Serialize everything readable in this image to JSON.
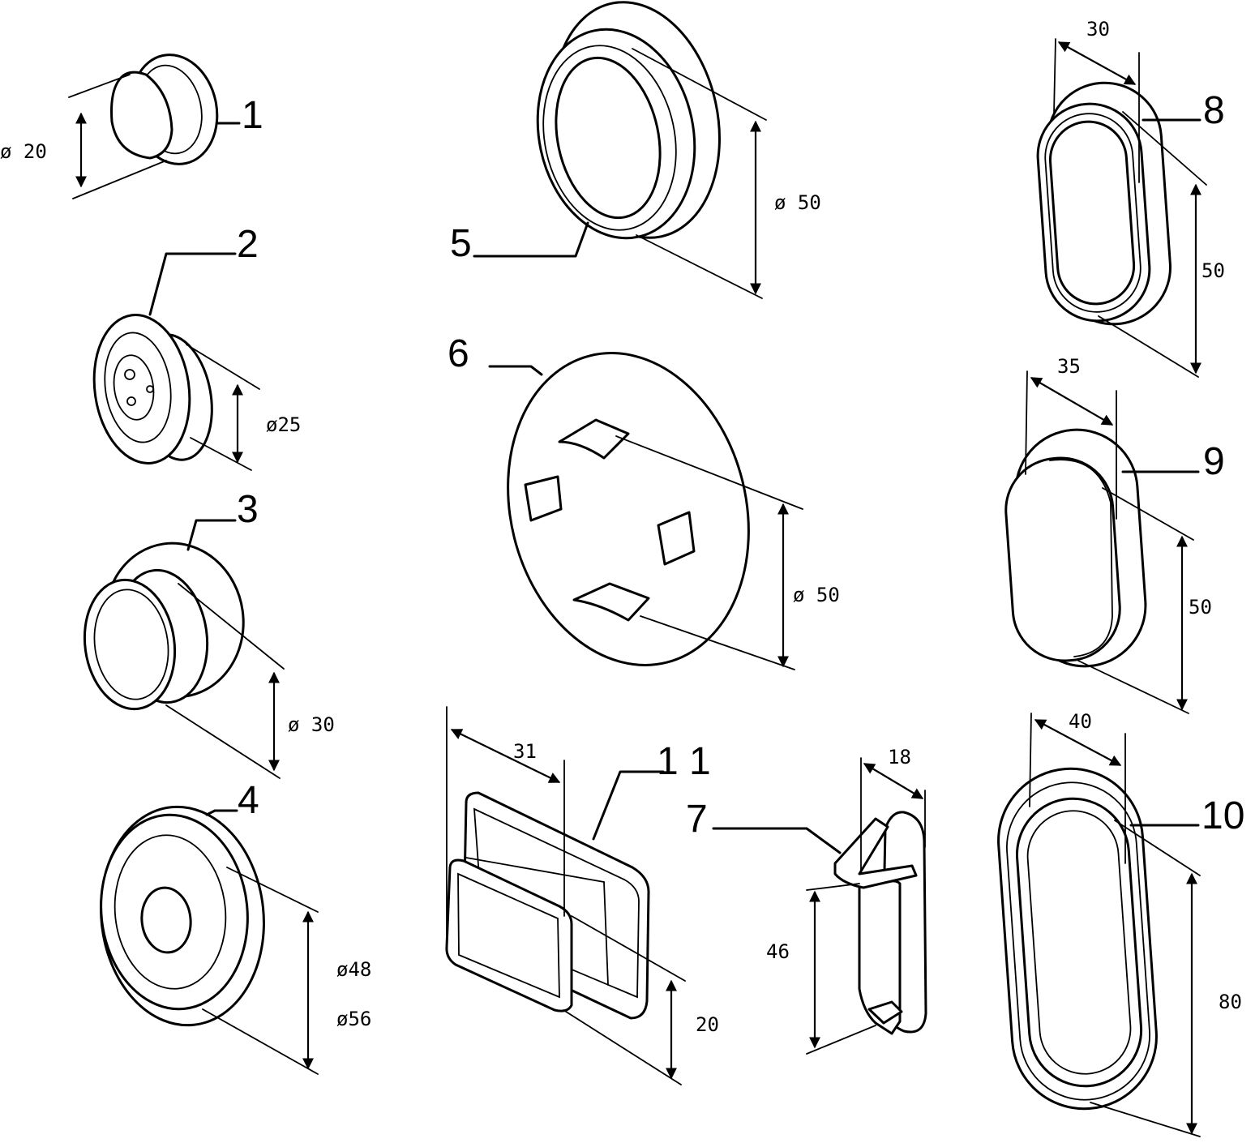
{
  "parts": [
    {
      "id": "part-1",
      "label": "1",
      "dimensions": [
        "ø 20"
      ]
    },
    {
      "id": "part-2",
      "label": "2",
      "dimensions": [
        "ø25"
      ]
    },
    {
      "id": "part-3",
      "label": "3",
      "dimensions": [
        "ø 30"
      ]
    },
    {
      "id": "part-4",
      "label": "4",
      "dimensions": [
        "ø48",
        "ø56"
      ]
    },
    {
      "id": "part-5",
      "label": "5",
      "dimensions": [
        "ø 50"
      ]
    },
    {
      "id": "part-6",
      "label": "6",
      "dimensions": [
        "ø 50"
      ]
    },
    {
      "id": "part-7",
      "label": "7",
      "dimensions": [
        "18",
        "46"
      ]
    },
    {
      "id": "part-8",
      "label": "8",
      "dimensions": [
        "30",
        "50"
      ]
    },
    {
      "id": "part-9",
      "label": "9",
      "dimensions": [
        "35",
        "50"
      ]
    },
    {
      "id": "part-10",
      "label": "10",
      "dimensions": [
        "40",
        "80"
      ]
    },
    {
      "id": "part-11",
      "label": "1 1",
      "dimensions": [
        "31",
        "20"
      ]
    }
  ]
}
